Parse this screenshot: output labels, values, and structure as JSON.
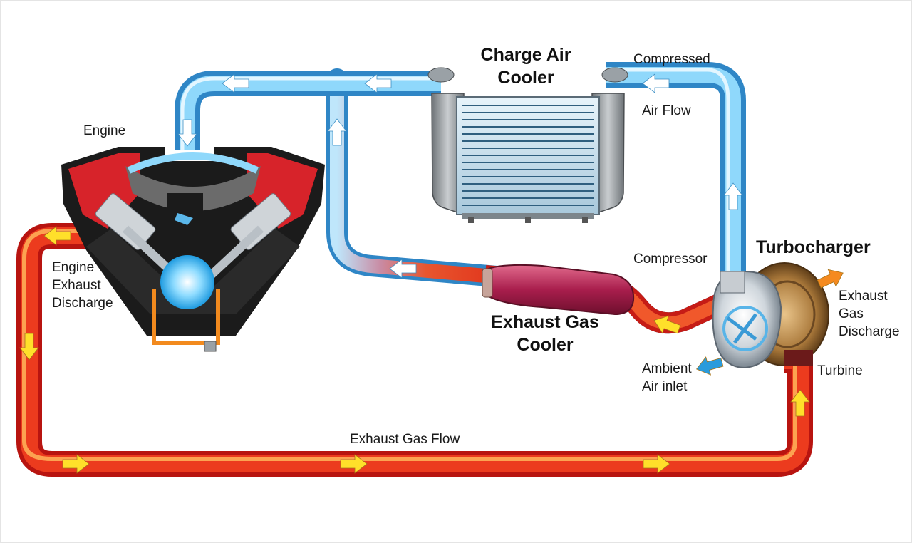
{
  "colors": {
    "air_light": "#cdeeff",
    "air_mid": "#6cc6f3",
    "air_dark": "#2f86c6",
    "exhaust_light": "#ffb55a",
    "exhaust_mid": "#ec3b1e",
    "exhaust_dark": "#b81410",
    "arrow_air": "#ffffff",
    "arrow_exhaust": "#ffe02a",
    "arrow_discharge": "#f58a1f",
    "arrow_ambient": "#2a9bdc",
    "engine_red": "#d7232a",
    "engine_dark": "#1b1b1b",
    "engine_orange": "#f28a1e",
    "cooler_gray": "#8d9296",
    "exhaust_cooler": "#a91e4d"
  },
  "icons": [
    "flow-arrow-icon",
    "charge-air-cooler-icon",
    "v-engine-icon",
    "exhaust-gas-cooler-icon",
    "turbocharger-icon"
  ],
  "labels": {
    "charge_air_cooler": "Charge Air\nCooler",
    "compressed": "Compressed",
    "air_flow": "Air Flow",
    "engine": "Engine",
    "engine_exhaust_discharge": "Engine\nExhaust\nDischarge",
    "compressor": "Compressor",
    "turbocharger": "Turbocharger",
    "exhaust_gas_discharge": "Exhaust\nGas\nDischarge",
    "exhaust_gas_cooler": "Exhaust Gas\nCooler",
    "ambient_air_inlet": "Ambient\nAir inlet",
    "turbine": "Turbine",
    "exhaust_gas_flow": "Exhaust Gas Flow"
  }
}
